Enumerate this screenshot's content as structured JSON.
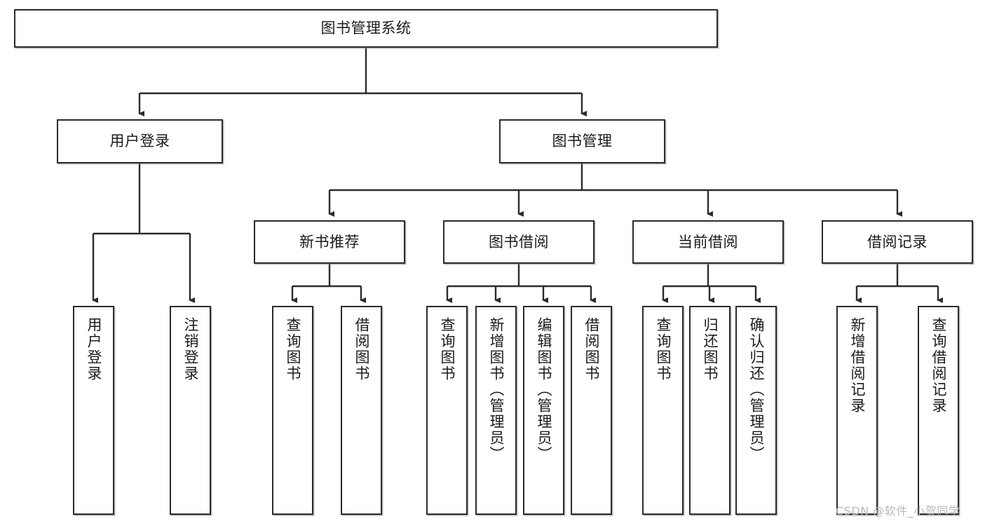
{
  "diagram": {
    "title": "图书管理系统",
    "watermark": "CSDN @软件_小贺同学",
    "colors": {
      "stroke": "#2b2b2b",
      "fill": "#ffffff",
      "text": "#1b1b1b",
      "watermark": "#b9b9b9"
    }
  },
  "nodes": {
    "root": {
      "label": "图书管理系统"
    },
    "level2": [
      {
        "label": "用户登录"
      },
      {
        "label": "图书管理"
      }
    ],
    "level3": [
      {
        "label": "新书推荐"
      },
      {
        "label": "图书借阅"
      },
      {
        "label": "当前借阅"
      },
      {
        "label": "借阅记录"
      }
    ],
    "leaves": {
      "user_login": [
        {
          "label": "用户登录"
        },
        {
          "label": "注销登录"
        }
      ],
      "new_book": [
        {
          "label": "查询图书"
        },
        {
          "label": "借阅图书"
        }
      ],
      "book_borrow": [
        {
          "label": "查询图书"
        },
        {
          "label": "新增图书（管理员）"
        },
        {
          "label": "编辑图书（管理员）"
        },
        {
          "label": "借阅图书"
        }
      ],
      "current_borrow": [
        {
          "label": "查询图书"
        },
        {
          "label": "归还图书"
        },
        {
          "label": "确认归还（管理员）"
        }
      ],
      "borrow_record": [
        {
          "label": "新增借阅记录"
        },
        {
          "label": "查询借阅记录"
        }
      ]
    }
  }
}
